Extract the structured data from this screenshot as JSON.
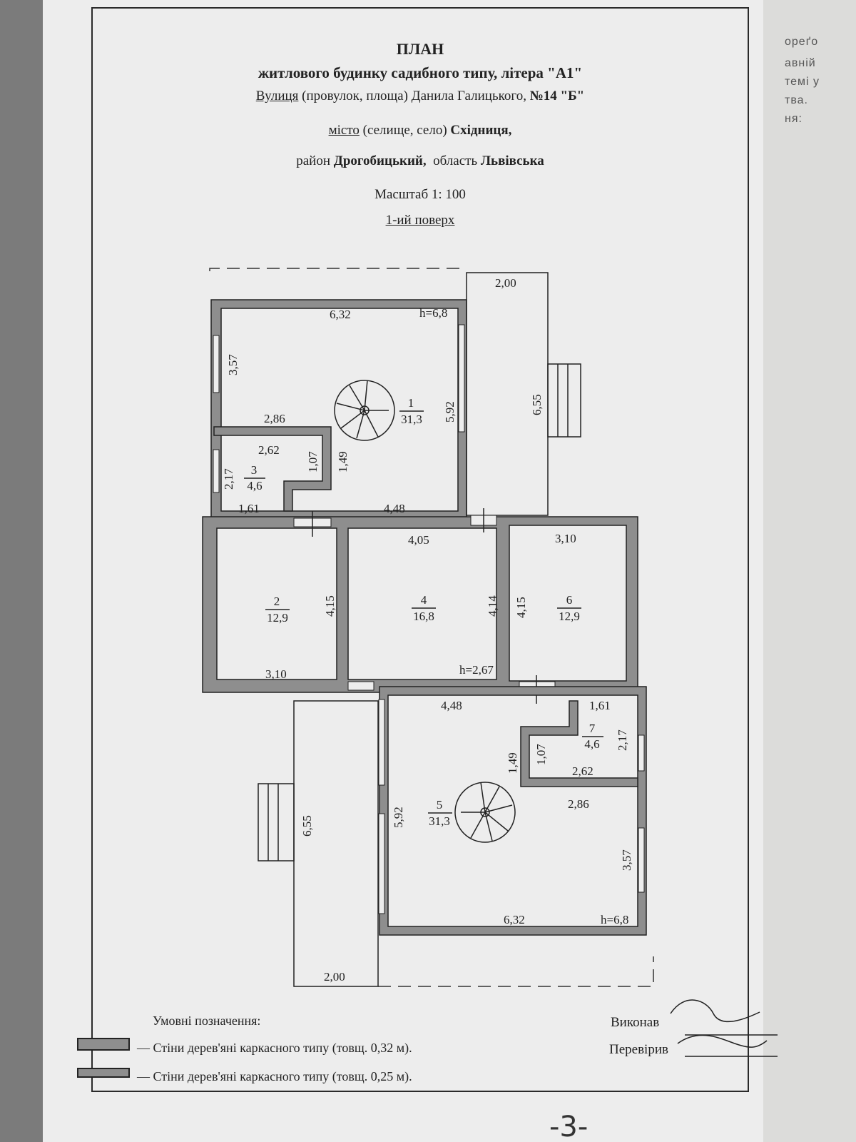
{
  "title": {
    "line1": "ПЛАН",
    "line2": "житлового будинку садибного типу, літера \"А1\"",
    "street_label": "Вулиця",
    "street_mid": "(провулок, площа) Данила Галицького,",
    "street_number": "№14 \"Б\"",
    "city_label": "місто",
    "city_mid": "(селище, село)",
    "city_name": "Східниця,",
    "district_prefix": "район",
    "district_name": "Дрогобицький,",
    "region_prefix": "область",
    "region_name": "Львівська",
    "scale": "Масштаб 1: 100",
    "floor": "1-ий поверх"
  },
  "rooms": [
    {
      "number": "1",
      "area": "31,3"
    },
    {
      "number": "2",
      "area": "12,9"
    },
    {
      "number": "3",
      "area": "4,6"
    },
    {
      "number": "4",
      "area": "16,8"
    },
    {
      "number": "5",
      "area": "31,3"
    },
    {
      "number": "6",
      "area": "12,9"
    },
    {
      "number": "7",
      "area": "4,6"
    }
  ],
  "dimensions": {
    "d_632_top": "6,32",
    "h68_top": "h=6,8",
    "d_200_top": "2,00",
    "d_357_left": "3,57",
    "d_655_right": "6,55",
    "d_592_top": "5,92",
    "d_286_top": "2,86",
    "d_262_top": "2,62",
    "d_107_top": "1,07",
    "d_149_top": "1,49",
    "d_217_left": "2,17",
    "d_161_left": "1,61",
    "d_448_top": "4,48",
    "d_405": "4,05",
    "d_310_right": "3,10",
    "d_415_a": "4,15",
    "d_414": "4,14",
    "d_415_b": "4,15",
    "d_310_left": "3,10",
    "h267": "h=2,67",
    "d_448_bottom": "4,48",
    "d_161_right": "1,61",
    "d_217_right": "2,17",
    "d_149_bottom": "1,49",
    "d_107_bottom": "1,07",
    "d_262_bottom": "2,62",
    "d_286_bottom": "2,86",
    "d_655_left": "6,55",
    "d_592_bottom": "5,92",
    "d_357_right": "3,57",
    "d_632_bottom": "6,32",
    "h68_bottom": "h=6,8",
    "d_200_bottom": "2,00"
  },
  "legend": {
    "title": "Умовні позначення:",
    "item1": "—  Стіни  дерев'яні каркасного типу (товщ. 0,32 м).",
    "item2": "—  Стіни  дерев'яні каркасного типу (товщ. 0,25 м)."
  },
  "signatures": {
    "executed": "Виконав",
    "checked": "Перевірив"
  },
  "page_mark": "-3-",
  "side_fragments": [
    "ореґо",
    "авній",
    "темі у",
    "тва.",
    "ня:"
  ]
}
